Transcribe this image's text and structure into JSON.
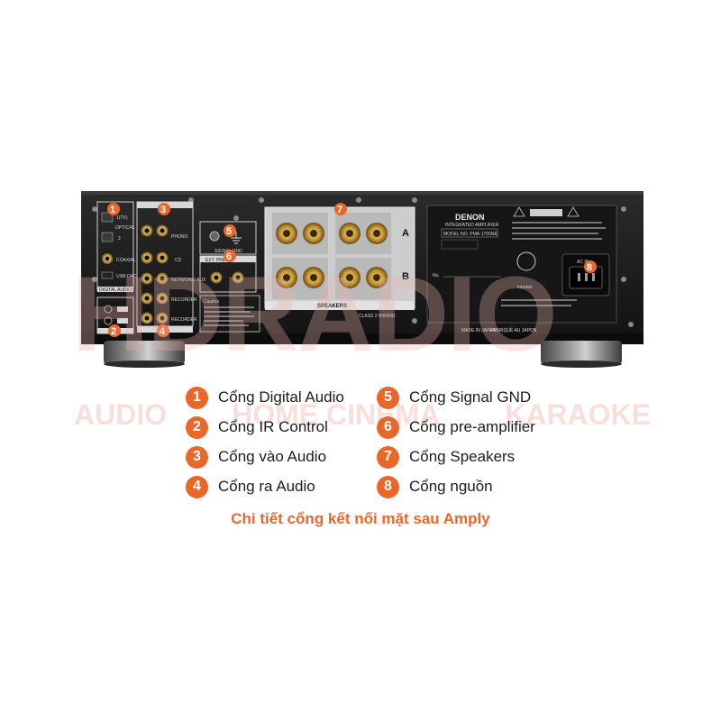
{
  "image": {
    "description_colors": {
      "accent": "#e8672a",
      "panel": "#1b1b1b",
      "text": "#1c1c1c"
    }
  },
  "watermark": {
    "big_text": "HDRADIO",
    "small_words": [
      "AUDIO",
      "HOME CINEMA",
      "KARAOKE"
    ]
  },
  "device": {
    "brand": "DENON",
    "subtitle": "INTEGRATED AMPLIFIER",
    "model": "MODEL NO.  PMA-1700NE",
    "no_label": "No.",
    "made_in": "MADE IN JAPAN",
    "fabrique": "FABRIQUÉ AU JAPON",
    "ac_in": "AC IN",
    "intertek": "Intertek",
    "speakers": "SPEAKERS",
    "class2": "CLASS 2 WIRING",
    "phono": "PHONO",
    "cd": "CD",
    "network": "NETWORK/ AUX",
    "recorder": "RECORDER",
    "optical": "OPTICAL",
    "coaxial": "COAXIAL",
    "usb_dac": "USB-DAC",
    "digital_audio_in": "DIGITAL AUDIO IN",
    "signal_gnd": "SIGNAL GND",
    "ext_pre": "EXT. PRE",
    "caution": "Caution",
    "speaker_a": "A",
    "speaker_b": "B"
  },
  "callouts": [
    "1",
    "2",
    "3",
    "4",
    "5",
    "6",
    "7",
    "8"
  ],
  "legend": [
    {
      "num": "1",
      "label": "Cổng Digital Audio"
    },
    {
      "num": "2",
      "label": "Cổng IR Control"
    },
    {
      "num": "3",
      "label": "Cổng vào Audio"
    },
    {
      "num": "4",
      "label": "Cổng ra Audio"
    },
    {
      "num": "5",
      "label": "Cổng Signal GND"
    },
    {
      "num": "6",
      "label": "Cổng pre-amplifier"
    },
    {
      "num": "7",
      "label": "Cổng Speakers"
    },
    {
      "num": "8",
      "label": "Cổng nguồn"
    }
  ],
  "caption": "Chi tiết cổng kết nối mặt sau Amply"
}
